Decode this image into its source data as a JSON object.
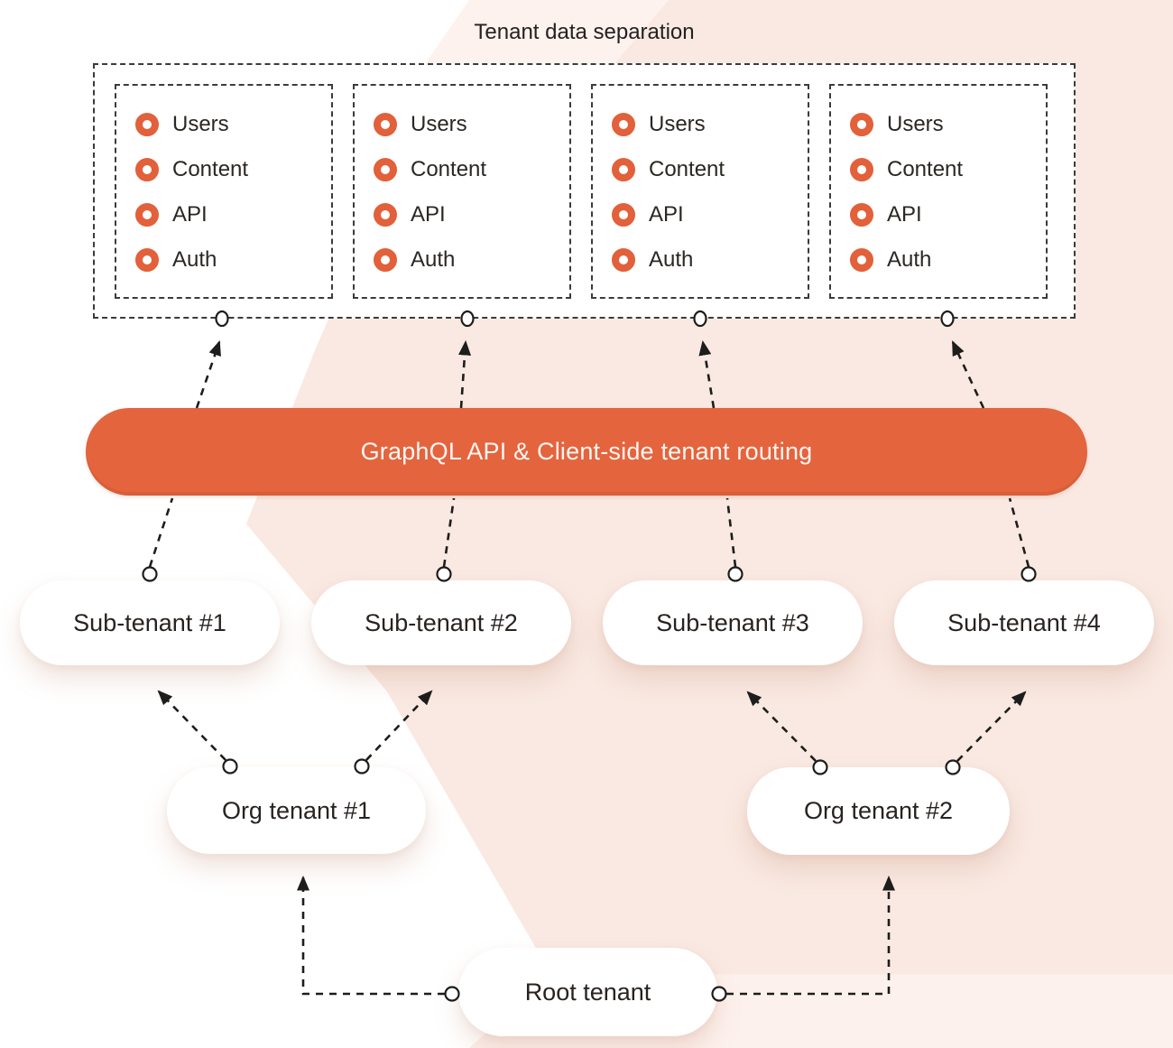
{
  "title": "Tenant data separation",
  "colors": {
    "accent_orange": "#e2603a",
    "bar_orange": "#e4643e",
    "bar_text": "#fcf6f2",
    "line_dark": "#1d1d1b",
    "text_dark": "#2b2723",
    "bg_pink": "#f9e9e2",
    "bg_pink_light": "#fdf2ee",
    "box_border": "#3b3b3b"
  },
  "separation_boxes": [
    {
      "items": [
        "Users",
        "Content",
        "API",
        "Auth"
      ]
    },
    {
      "items": [
        "Users",
        "Content",
        "API",
        "Auth"
      ]
    },
    {
      "items": [
        "Users",
        "Content",
        "API",
        "Auth"
      ]
    },
    {
      "items": [
        "Users",
        "Content",
        "API",
        "Auth"
      ]
    }
  ],
  "api_bar": {
    "label": "GraphQL API & Client-side tenant routing"
  },
  "sub_tenants": [
    {
      "label": "Sub-tenant #1"
    },
    {
      "label": "Sub-tenant #2"
    },
    {
      "label": "Sub-tenant #3"
    },
    {
      "label": "Sub-tenant #4"
    }
  ],
  "org_tenants": [
    {
      "label": "Org tenant #1"
    },
    {
      "label": "Org tenant #2"
    }
  ],
  "root_tenant": {
    "label": "Root tenant"
  }
}
